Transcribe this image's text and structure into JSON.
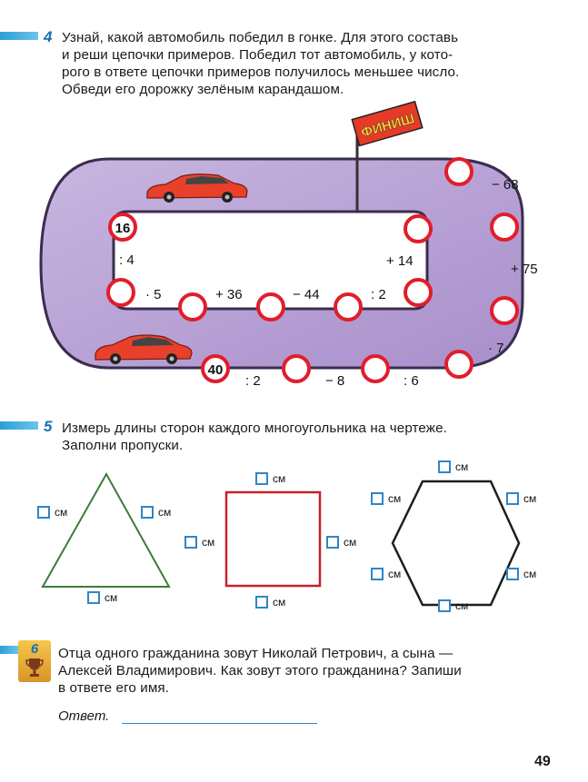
{
  "task4": {
    "number": "4",
    "lines": [
      "Узнай, какой автомобиль победил в гонке. Для этого составь",
      "и реши цепочки примеров. Победил тот автомобиль, у кото-",
      "рого в ответе цепочки примеров получилось меньшее число.",
      "Обведи его дорожку зелёным карандашом."
    ],
    "finish_label": "ФИНИШ",
    "inner_chain": {
      "start": "16",
      "ops": [
        ": 4",
        "· 5",
        "+ 36",
        "− 44",
        ": 2",
        "+ 14"
      ]
    },
    "outer_chain": {
      "start": "40",
      "ops": [
        ": 2",
        "− 8",
        ": 6",
        "· 7",
        "+ 75",
        "− 68"
      ]
    },
    "colors": {
      "track": "#b9a3d6",
      "circle_border": "#e21d2b",
      "car": "#e8402a"
    }
  },
  "task5": {
    "number": "5",
    "lines": [
      "Измерь длины сторон каждого многоугольника на чертеже.",
      "Заполни пропуски."
    ],
    "unit": "см",
    "colors": {
      "triangle": "#3f7a3a",
      "square": "#c8202a",
      "hexagon": "#1e1e1e",
      "box": "#2f86c6"
    }
  },
  "task6": {
    "number": "6",
    "lines": [
      "Отца одного гражданина зовут Николай Петрович, а сына —",
      "Алексей Владимирович. Как зовут этого гражданина? Запиши",
      "в ответе его имя."
    ],
    "answer_label": "Ответ.",
    "icon": "trophy-icon"
  },
  "page_number": "49"
}
